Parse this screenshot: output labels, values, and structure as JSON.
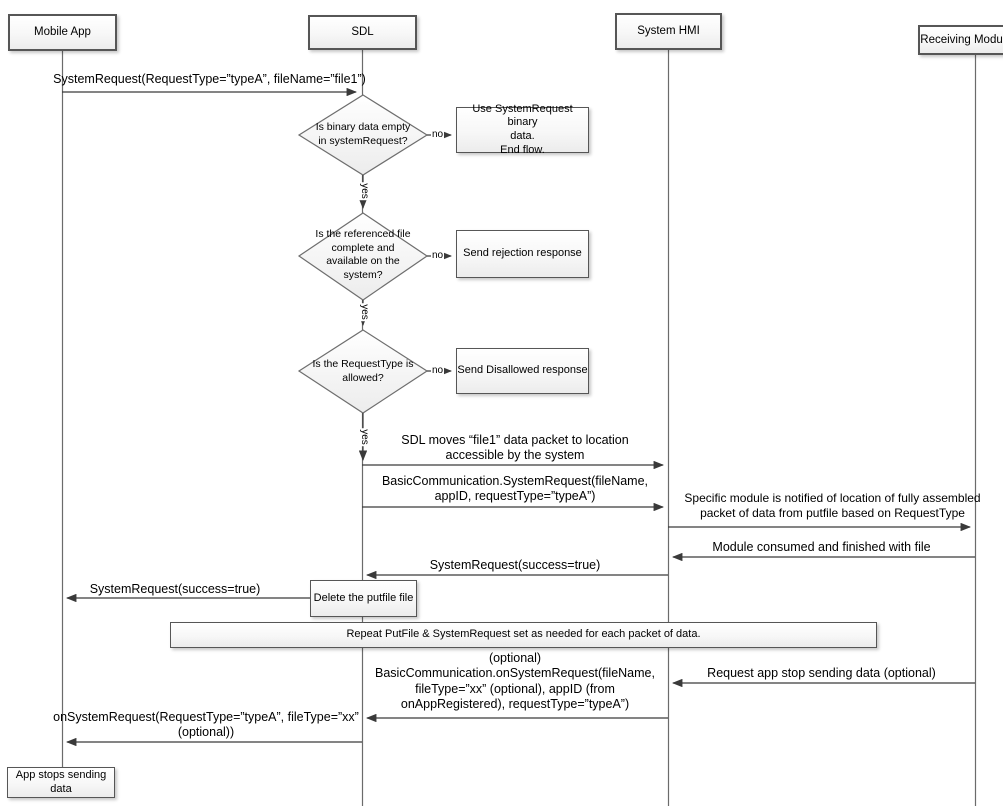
{
  "actors": {
    "mobile_app": "Mobile App",
    "sdl": "SDL",
    "system_hmi": "System HMI",
    "receiving_module": "Receiving Module"
  },
  "decisions": {
    "d1": {
      "question": "Is binary data empty\nin systemRequest?",
      "no": "no",
      "yes": "yes"
    },
    "d2": {
      "question": "Is the referenced file\ncomplete and\navailable on the\nsystem?",
      "no": "no",
      "yes": "yes"
    },
    "d3": {
      "question": "Is the RequestType is\nallowed?",
      "no": "no",
      "yes": "yes"
    }
  },
  "boxes": {
    "use_binary": "Use SystemRequest binary\ndata.\nEnd flow.",
    "rejection": "Send rejection response",
    "disallowed": "Send Disallowed response",
    "delete_putfile": "Delete the putfile file",
    "repeat": "Repeat PutFile & SystemRequest set as needed for each packet of data.",
    "app_stops": "App stops sending data"
  },
  "messages": {
    "m1": "SystemRequest(RequestType=”typeA”, fileName=”file1”)",
    "m2": "SDL moves “file1” data packet to location\naccessible by the system",
    "m3": "BasicCommunication.SystemRequest(fileName,\nappID, requestType=”typeA”)",
    "m4": "Specific module is notified of location of fully assembled\npacket of data from putfile based on RequestType",
    "m5": "Module consumed and finished with file",
    "m6": "SystemRequest(success=true)",
    "m7": "SystemRequest(success=true)",
    "m8": "(optional)\nBasicCommunication.onSystemRequest(fileName,\nfileType=”xx” (optional), appID (from\nonAppRegistered), requestType=”typeA”)",
    "m9": "Request app stop sending data (optional)",
    "m10": "onSystemRequest(RequestType=”typeA”, fileType=”xx”\n(optional))"
  },
  "colors": {
    "line": "#3a3a3a",
    "lifeline": "#6b6b6b",
    "box_border": "#565656",
    "box_fill_top": "#ffffff",
    "box_fill_bottom": "#ececec"
  }
}
